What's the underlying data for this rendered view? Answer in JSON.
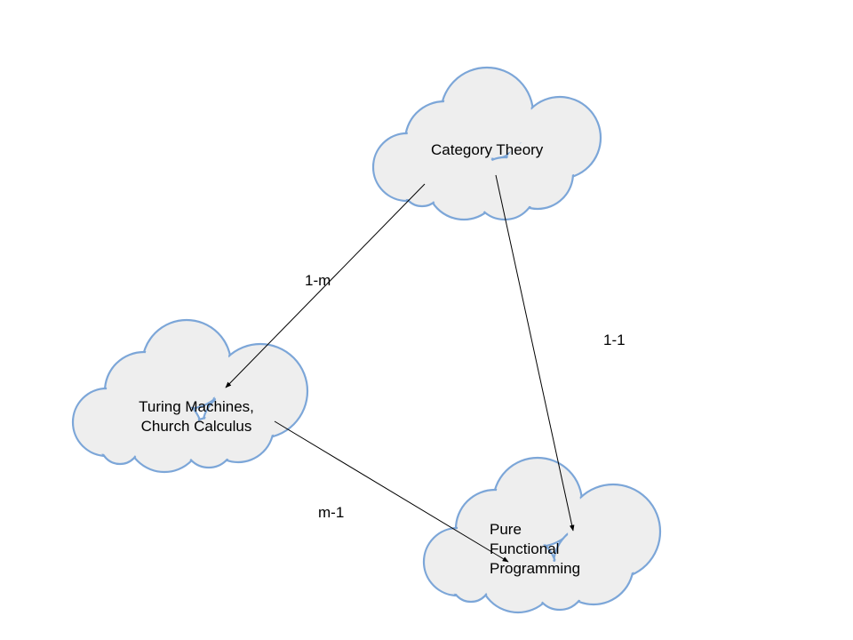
{
  "diagram": {
    "nodes": {
      "category_theory": {
        "label": "Category Theory"
      },
      "turing": {
        "line1": "Turing Machines,",
        "line2": "Church Calculus"
      },
      "pure_fp": {
        "line1": "Pure",
        "line2": "Functional",
        "line3": "Programming"
      }
    },
    "edges": {
      "ct_to_turing": "1-m",
      "ct_to_fp": "1-1",
      "turing_to_fp": "m-1"
    },
    "colors": {
      "cloud_fill": "#eeeeee",
      "cloud_stroke": "#7ca6d8",
      "edge": "#000000"
    }
  }
}
